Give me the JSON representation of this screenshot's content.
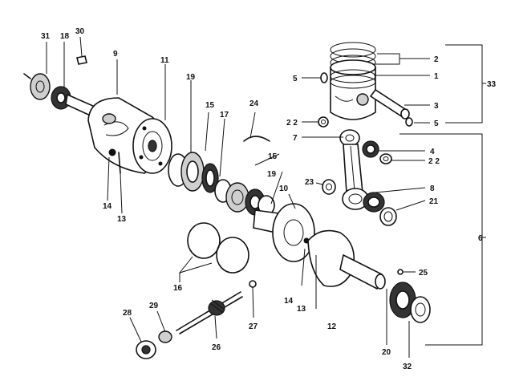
{
  "callouts": {
    "c1": "1",
    "c2": "2",
    "c3": "3",
    "c4": "4",
    "c5a": "5",
    "c5b": "5",
    "c6": "6",
    "c7": "7",
    "c8": "8",
    "c9": "9",
    "c10": "10",
    "c11": "11",
    "c12": "12",
    "c13a": "13",
    "c13b": "13",
    "c14a": "14",
    "c14b": "14",
    "c15a": "15",
    "c15b": "15",
    "c16": "16",
    "c17": "17",
    "c18": "18",
    "c19a": "19",
    "c19b": "19",
    "c20": "20",
    "c21": "21",
    "c22a": "2 2",
    "c22b": "2 2",
    "c23": "23",
    "c24": "24",
    "c25": "25",
    "c26": "26",
    "c27": "27",
    "c28": "28",
    "c29": "29",
    "c30": "30",
    "c31": "31",
    "c32": "32",
    "c33": "33"
  },
  "icons": {
    "piston": "piston-icon",
    "crankshaft": "crankshaft-icon",
    "connecting_rod": "connecting-rod-icon",
    "bearing": "bearing-icon",
    "seal_ring": "seal-ring-icon",
    "drive_gear": "drive-gear-icon"
  }
}
